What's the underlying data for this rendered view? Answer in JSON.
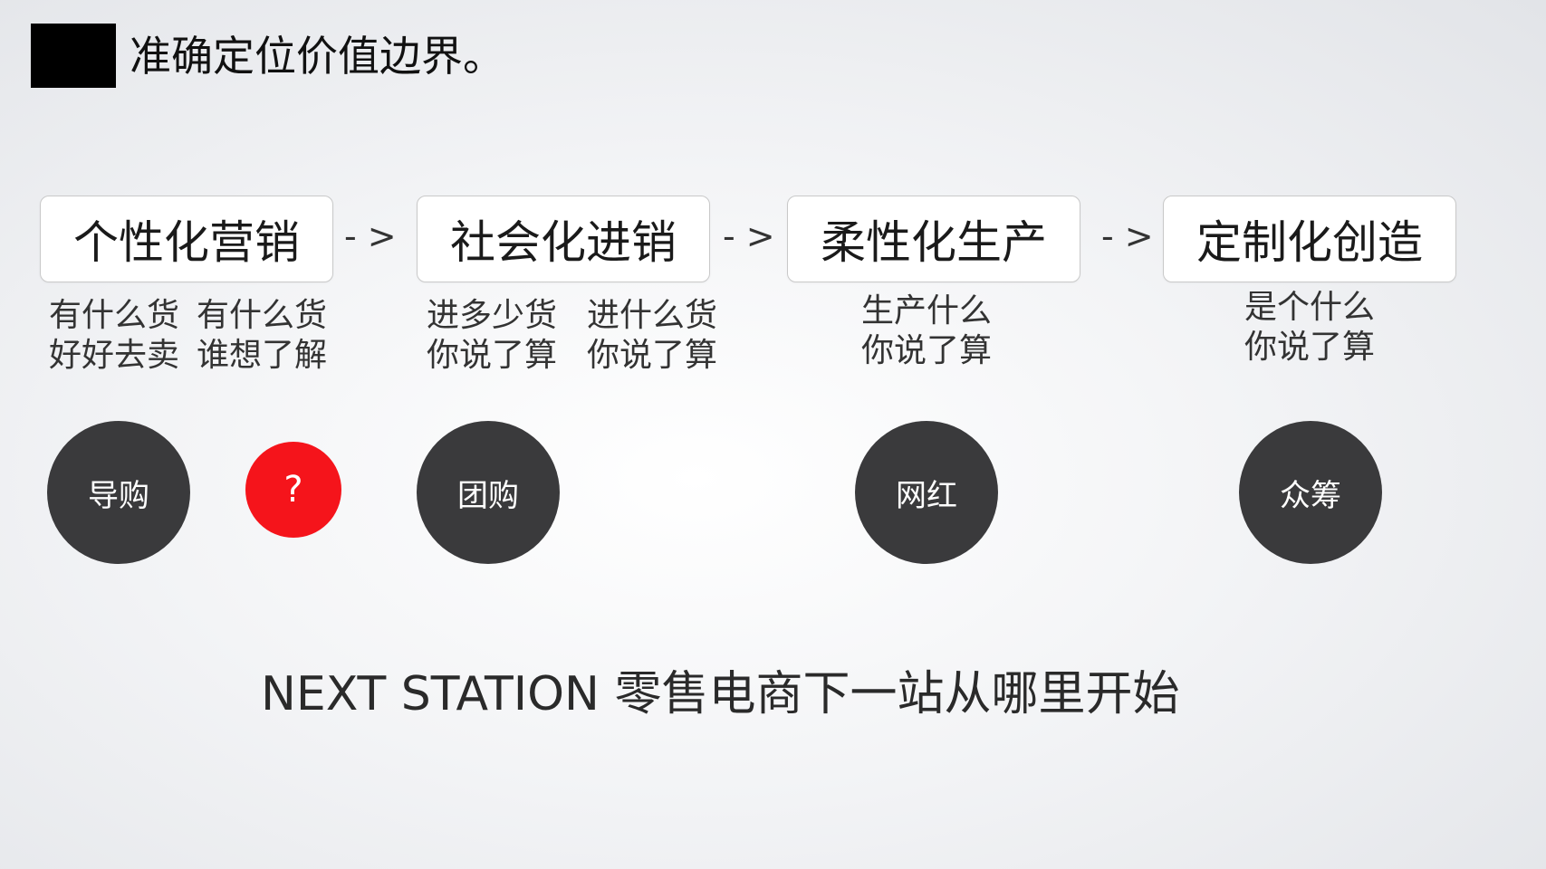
{
  "title": "准确定位价值边界。",
  "stages": [
    {
      "label": "个性化营销"
    },
    {
      "label": "社会化进销"
    },
    {
      "label": "柔性化生产"
    },
    {
      "label": "定制化创造"
    }
  ],
  "arrow": "- >",
  "descriptions": [
    {
      "line1": "有什么货",
      "line2": "好好去卖"
    },
    {
      "line1": "有什么货",
      "line2": "谁想了解"
    },
    {
      "line1": "进多少货",
      "line2": "你说了算"
    },
    {
      "line1": "进什么货",
      "line2": "你说了算"
    },
    {
      "line1": "生产什么",
      "line2": "你说了算"
    },
    {
      "line1": "是个什么",
      "line2": "你说了算"
    }
  ],
  "circles": [
    {
      "label": "导购",
      "color": "#3a3a3c"
    },
    {
      "label": "?",
      "color": "#f5141b"
    },
    {
      "label": "团购",
      "color": "#3a3a3c"
    },
    {
      "label": "网红",
      "color": "#3a3a3c"
    },
    {
      "label": "众筹",
      "color": "#3a3a3c"
    }
  ],
  "footer": "NEXT STATION 零售电商下一站从哪里开始"
}
